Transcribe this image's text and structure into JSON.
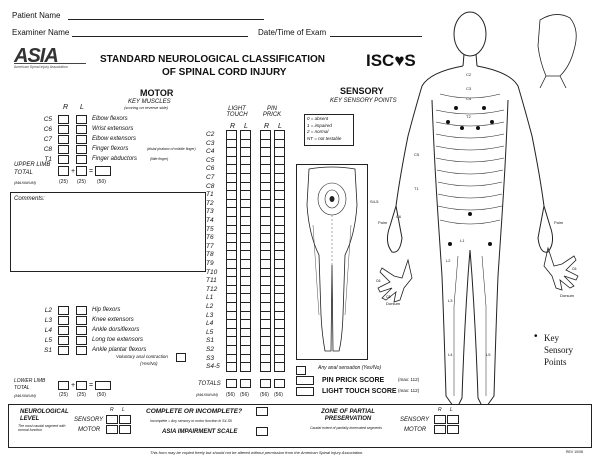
{
  "header": {
    "patient_name_label": "Patient Name",
    "examiner_name_label": "Examiner Name",
    "date_label": "Date/Time of Exam",
    "asia_logo_text": "ASIA",
    "asia_subtitle": "American Spinal Injury Association",
    "title_line1": "STANDARD NEUROLOGICAL CLASSIFICATION",
    "title_line2": "OF SPINAL CORD INJURY",
    "iscos_logo_text": "ISC♥S"
  },
  "motor": {
    "heading": "MOTOR",
    "subheading": "KEY MUSCLES",
    "subnote": "(scoring on reverse side)",
    "col_r": "R",
    "col_l": "L",
    "upper_rows": [
      {
        "level": "C5",
        "label": "Elbow flexors"
      },
      {
        "level": "C6",
        "label": "Wrist extensors"
      },
      {
        "level": "C7",
        "label": "Elbow extensors"
      },
      {
        "level": "C8",
        "label": "Finger flexors",
        "note": "(distal phalanx of middle finger)"
      },
      {
        "level": "T1",
        "label": "Finger abductors",
        "note": "(little finger)"
      }
    ],
    "upper_total_label": "UPPER LIMB TOTAL",
    "upper_total_max_label": "(MAXIMUM)",
    "upper_max_values": [
      "(25)",
      "(25)",
      "(50)"
    ],
    "comments_label": "Comments:",
    "lower_rows": [
      {
        "level": "L2",
        "label": "Hip flexors"
      },
      {
        "level": "L3",
        "label": "Knee extensors"
      },
      {
        "level": "L4",
        "label": "Ankle dorsiflexors"
      },
      {
        "level": "L5",
        "label": "Long toe extensors"
      },
      {
        "level": "S1",
        "label": "Ankle plantar flexors"
      }
    ],
    "anal_contraction_label": "Voluntary anal contraction",
    "anal_contraction_opts": "(Yes/No)",
    "lower_total_label": "LOWER LIMB TOTAL",
    "lower_total_max_label": "(MAXIMUM)",
    "lower_max_values": [
      "(25)",
      "(25)",
      "(50)"
    ]
  },
  "sensory": {
    "heading": "SENSORY",
    "subheading": "KEY SENSORY POINTS",
    "light_touch_label": "LIGHT TOUCH",
    "pin_prick_label": "PIN PRICK",
    "col_r": "R",
    "col_l": "L",
    "levels": [
      "C2",
      "C3",
      "C4",
      "C5",
      "C6",
      "C7",
      "C8",
      "T1",
      "T2",
      "T3",
      "T4",
      "T5",
      "T6",
      "T7",
      "T8",
      "T9",
      "T10",
      "T11",
      "T12",
      "L1",
      "L2",
      "L3",
      "L4",
      "L5",
      "S1",
      "S2",
      "S3",
      "S4-5"
    ],
    "legend": [
      "0 = absent",
      "1 = impaired",
      "2 = normal",
      "NT = not testable"
    ],
    "totals_label": "TOTALS",
    "totals_max_label": "(MAXIMUM)",
    "totals_max_values": [
      "(56)",
      "(56)",
      "(56)",
      "(56)"
    ],
    "anal_sensation_label": "Any anal sensation (Yes/No)",
    "pin_prick_score_label": "PIN PRICK SCORE",
    "pin_prick_score_max": "(max: 112)",
    "light_touch_score_label": "LIGHT TOUCH SCORE",
    "light_touch_score_max": "(max: 112)",
    "key_sensory_points": "Key Sensory Points"
  },
  "footer": {
    "neuro_level_label": "NEUROLOGICAL LEVEL",
    "neuro_level_note": "The most caudal segment with normal function",
    "sensory_label": "SENSORY",
    "motor_label": "MOTOR",
    "col_r": "R",
    "col_l": "L",
    "complete_label": "COMPLETE OR INCOMPLETE?",
    "complete_note": "Incomplete = Any sensory or motor function in S4-S5",
    "impairment_label": "ASIA IMPAIRMENT SCALE",
    "zpp_label": "ZONE OF PARTIAL PRESERVATION",
    "zpp_note": "Caudal extent of partially innervated segments",
    "copyright": "This form may be copied freely but should not be altered without permission from the American Spinal Injury Association.",
    "revision": "REV 10/08"
  },
  "body_labels": [
    "C2",
    "C3",
    "C4",
    "T2",
    "C5",
    "C6",
    "C8",
    "T1",
    "L1",
    "L2",
    "L3",
    "L4",
    "L5",
    "S1",
    "S4-5",
    "Palm",
    "Dorsum"
  ]
}
